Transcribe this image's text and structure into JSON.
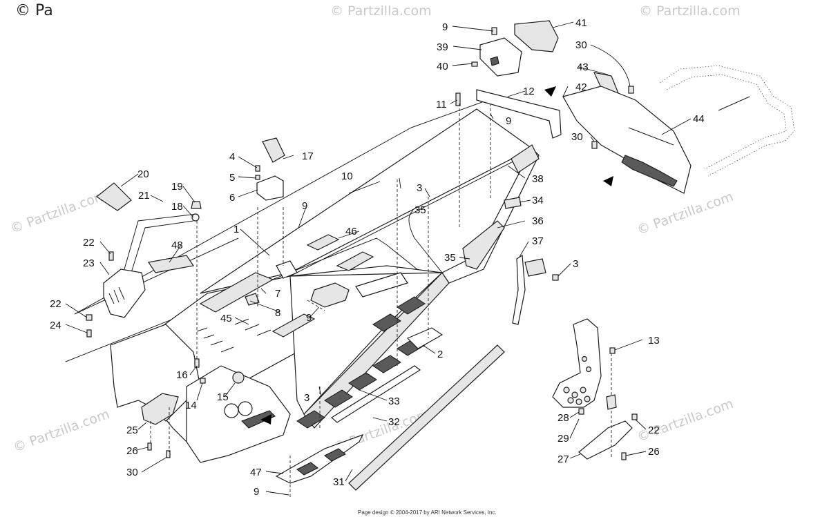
{
  "watermark": {
    "corner": "© Pa",
    "repeat_text": "© Partzilla.com"
  },
  "footer": {
    "copyright": "Page design © 2004-2017 by ARI Network Services, Inc."
  },
  "callouts": [
    {
      "id": "c1",
      "label": "1"
    },
    {
      "id": "c2",
      "label": "2"
    },
    {
      "id": "c3a",
      "label": "3"
    },
    {
      "id": "c3b",
      "label": "3"
    },
    {
      "id": "c3c",
      "label": "3"
    },
    {
      "id": "c4",
      "label": "4"
    },
    {
      "id": "c5",
      "label": "5"
    },
    {
      "id": "c6",
      "label": "6"
    },
    {
      "id": "c7",
      "label": "7"
    },
    {
      "id": "c8",
      "label": "8"
    },
    {
      "id": "c9a",
      "label": "9"
    },
    {
      "id": "c9b",
      "label": "9"
    },
    {
      "id": "c9c",
      "label": "9"
    },
    {
      "id": "c9d",
      "label": "9"
    },
    {
      "id": "c9e",
      "label": "9"
    },
    {
      "id": "c10",
      "label": "10"
    },
    {
      "id": "c11",
      "label": "11"
    },
    {
      "id": "c12",
      "label": "12"
    },
    {
      "id": "c13",
      "label": "13"
    },
    {
      "id": "c14",
      "label": "14"
    },
    {
      "id": "c15",
      "label": "15"
    },
    {
      "id": "c16",
      "label": "16"
    },
    {
      "id": "c17",
      "label": "17"
    },
    {
      "id": "c18",
      "label": "18"
    },
    {
      "id": "c19",
      "label": "19"
    },
    {
      "id": "c20",
      "label": "20"
    },
    {
      "id": "c21",
      "label": "21"
    },
    {
      "id": "c22a",
      "label": "22"
    },
    {
      "id": "c22b",
      "label": "22"
    },
    {
      "id": "c22c",
      "label": "22"
    },
    {
      "id": "c23",
      "label": "23"
    },
    {
      "id": "c24",
      "label": "24"
    },
    {
      "id": "c25",
      "label": "25"
    },
    {
      "id": "c26a",
      "label": "26"
    },
    {
      "id": "c26b",
      "label": "26"
    },
    {
      "id": "c27",
      "label": "27"
    },
    {
      "id": "c28",
      "label": "28"
    },
    {
      "id": "c29",
      "label": "29"
    },
    {
      "id": "c30a",
      "label": "30"
    },
    {
      "id": "c30b",
      "label": "30"
    },
    {
      "id": "c30c",
      "label": "30"
    },
    {
      "id": "c31",
      "label": "31"
    },
    {
      "id": "c32",
      "label": "32"
    },
    {
      "id": "c33",
      "label": "33"
    },
    {
      "id": "c34",
      "label": "34"
    },
    {
      "id": "c35a",
      "label": "35"
    },
    {
      "id": "c35b",
      "label": "35"
    },
    {
      "id": "c36",
      "label": "36"
    },
    {
      "id": "c37",
      "label": "37"
    },
    {
      "id": "c38",
      "label": "38"
    },
    {
      "id": "c39",
      "label": "39"
    },
    {
      "id": "c40",
      "label": "40"
    },
    {
      "id": "c41",
      "label": "41"
    },
    {
      "id": "c42",
      "label": "42"
    },
    {
      "id": "c43",
      "label": "43"
    },
    {
      "id": "c44",
      "label": "44"
    },
    {
      "id": "c45",
      "label": "45"
    },
    {
      "id": "c46",
      "label": "46"
    },
    {
      "id": "c47",
      "label": "47"
    },
    {
      "id": "c48",
      "label": "48"
    }
  ]
}
